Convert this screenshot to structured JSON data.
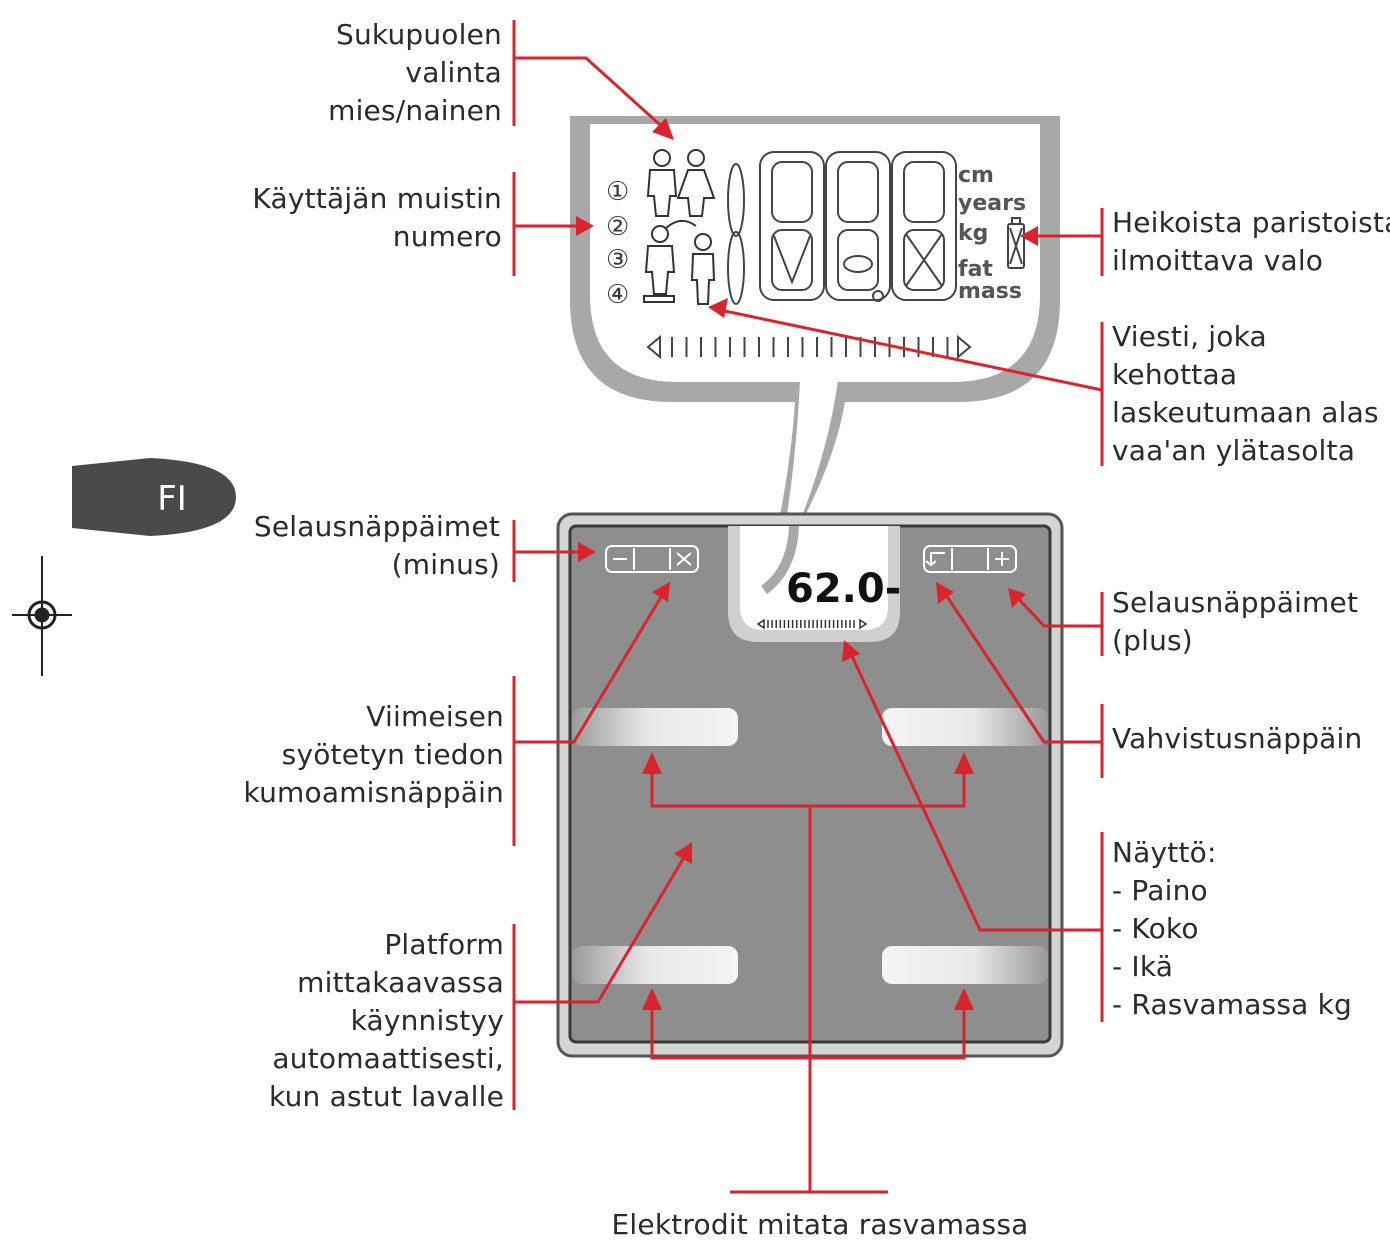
{
  "language_tab": "FI",
  "lcd": {
    "memory_numbers": [
      "①",
      "②",
      "③",
      "④"
    ],
    "units": [
      "cm",
      "years",
      "kg",
      "fat",
      "mass"
    ]
  },
  "scale_display": {
    "reading": "62.0-"
  },
  "labels": {
    "gender": [
      "Sukupuolen",
      "valinta",
      "mies/nainen"
    ],
    "memory": [
      "Käyttäjän muistin",
      "numero"
    ],
    "battery": [
      "Heikoista paristoista",
      "ilmoittava valo"
    ],
    "step_down": [
      "Viesti, joka",
      "kehottaa",
      "laskeutumaan alas",
      "vaa'an ylätasolta"
    ],
    "scroll_minus": [
      "Selausnäppäimet",
      "(minus)"
    ],
    "scroll_plus": [
      "Selausnäppäimet",
      "(plus)"
    ],
    "undo": [
      "Viimeisen",
      "syötetyn tiedon",
      "kumoamisnäppäin"
    ],
    "confirm": [
      "Vahvistusnäppäin"
    ],
    "display": [
      "Näyttö:",
      " - Paino",
      " - Koko",
      " - Ikä",
      " - Rasvamassa kg"
    ],
    "platform": [
      "Platform",
      "mittakaavassa",
      "käynnistyy",
      "automaattisesti,",
      "kun astut lavalle"
    ],
    "electrodes": [
      "Elektrodit mitata rasvamassa"
    ]
  },
  "colors": {
    "callout": "#d9232d",
    "lcd_frame": "#a8a8a8",
    "scale_body": "#8e8e8e",
    "tab": "#4a4a4a"
  }
}
